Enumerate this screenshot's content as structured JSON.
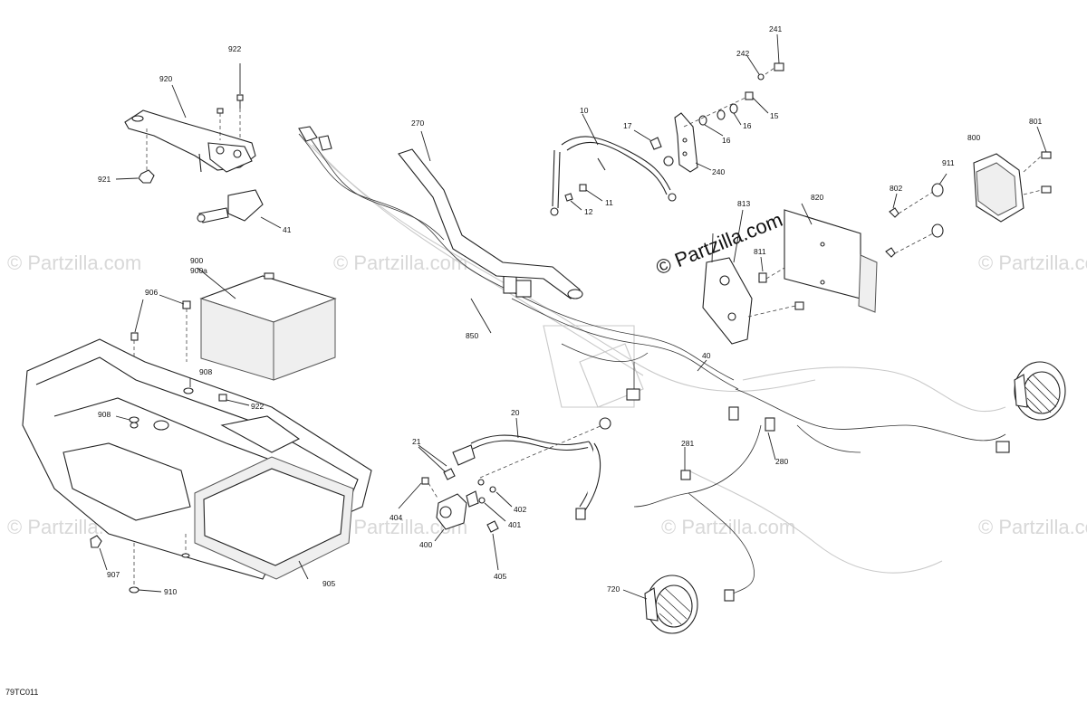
{
  "diagram_code": "79TC011",
  "watermark": {
    "main": "© Partzilla.com",
    "tile": "© Partzilla.com"
  },
  "labels": {
    "p10": "10",
    "p11": "11",
    "p12": "12",
    "p15": "15",
    "p16a": "16",
    "p16b": "16",
    "p17": "17",
    "p20": "20",
    "p21": "21",
    "p40": "40",
    "p41": "41",
    "p240": "240",
    "p241": "241",
    "p242": "242",
    "p270": "270",
    "p280": "280",
    "p281": "281",
    "p400": "400",
    "p401": "401",
    "p402": "402",
    "p404": "404",
    "p405": "405",
    "p720": "720",
    "p800": "800",
    "p801": "801",
    "p802": "802",
    "p811": "811",
    "p813": "813",
    "p820": "820",
    "p850": "850",
    "p900": "900",
    "p900a": "900a",
    "p905": "905",
    "p906": "906",
    "p907": "907",
    "p908a": "908",
    "p908b": "908",
    "p910": "910",
    "p911": "911",
    "p920": "920",
    "p921": "921",
    "p922a": "922",
    "p922b": "922"
  }
}
